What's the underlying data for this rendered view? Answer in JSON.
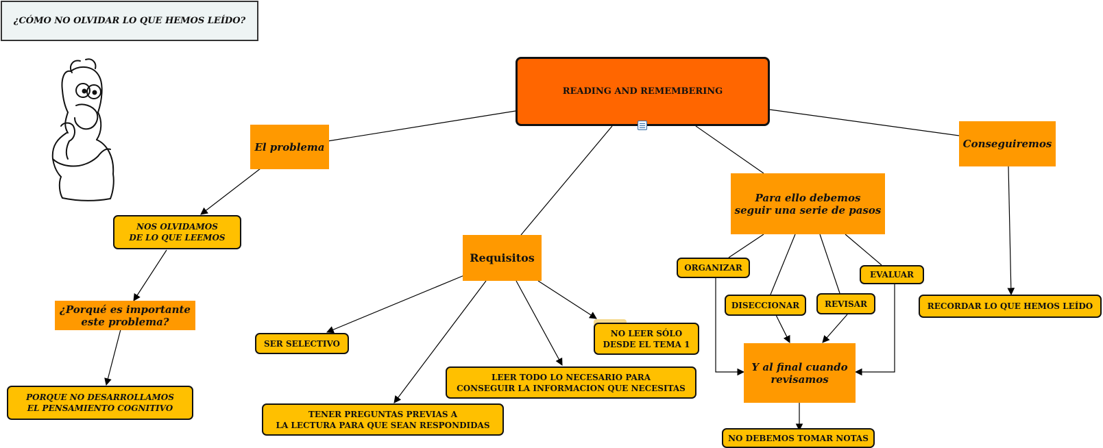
{
  "title": "¿CÓMO NO OLVIDAR LO QUE HEMOS LEÍDO?",
  "root": "READING AND REMEMBERING",
  "concepts": {
    "problema": "El problema",
    "requisitos": "Requisitos",
    "pasos": "Para ello debemos\nseguir una serie de pasos",
    "conseguiremos": "Conseguiremos",
    "importante": "¿Porqué es importante\neste problema?",
    "final": "Y al final cuando\nrevisamos"
  },
  "items": {
    "olvidamos": "NOS OLVIDAMOS\nDE LO QUE LEEMOS",
    "cognitivo": "PORQUE NO DESARROLLAMOS\nEL PENSAMIENTO COGNITIVO",
    "selectivo": "SER SELECTIVO",
    "preguntas": "TENER PREGUNTAS PREVIAS A\nLA LECTURA PARA QUE SEAN RESPONDIDAS",
    "leer_todo": "LEER TODO LO NECESARIO PARA\nCONSEGUIR LA INFORMACION QUE NECESITAS",
    "no_leer": "NO LEER SÓLO\nDESDE EL TEMA 1",
    "organizar": "ORGANIZAR",
    "diseccionar": "DISECCIONAR",
    "revisar": "REVISAR",
    "evaluar": "EVALUAR",
    "notas": "NO DEBEMOS TOMAR NOTAS",
    "recordar": "RECORDAR LO QUE HEMOS LEÍDO"
  },
  "icons": {
    "attachment": "document-icon",
    "illustration": "thinking-man-illustration"
  },
  "colors": {
    "root": "#ff6600",
    "concept": "#ff9900",
    "item": "#ffc000",
    "title_bg": "#eef4f4"
  }
}
